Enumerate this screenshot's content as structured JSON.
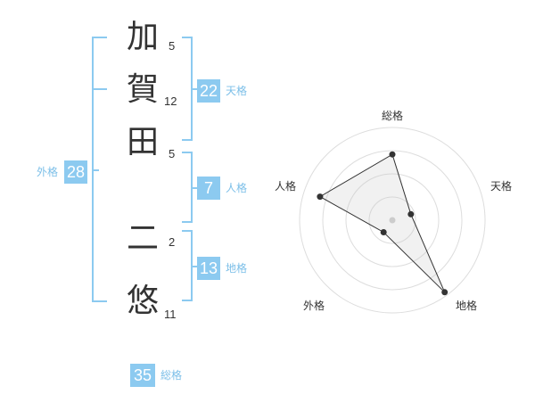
{
  "name_chars": [
    {
      "char": "加",
      "strokes": "5"
    },
    {
      "char": "賀",
      "strokes": "12"
    },
    {
      "char": "田",
      "strokes": "5"
    },
    {
      "char": "二",
      "strokes": "2"
    },
    {
      "char": "悠",
      "strokes": "11"
    }
  ],
  "fortunes": {
    "tenkaku": {
      "value": "22",
      "label": "天格"
    },
    "jinkaku": {
      "value": "7",
      "label": "人格"
    },
    "chikaku": {
      "value": "13",
      "label": "地格"
    },
    "gaikaku": {
      "value": "28",
      "label": "外格"
    },
    "soukaku": {
      "value": "35",
      "label": "総格"
    }
  },
  "colors": {
    "accent": "#8ccaf0",
    "accent_text": "#7cbfe8",
    "text": "#333333"
  },
  "chart_data": {
    "type": "radar",
    "axes": [
      "総格",
      "天格",
      "地格",
      "外格",
      "人格"
    ],
    "values": [
      0.71,
      0.21,
      0.96,
      0.16,
      0.82
    ],
    "range": [
      0,
      1
    ],
    "rings": 4
  }
}
